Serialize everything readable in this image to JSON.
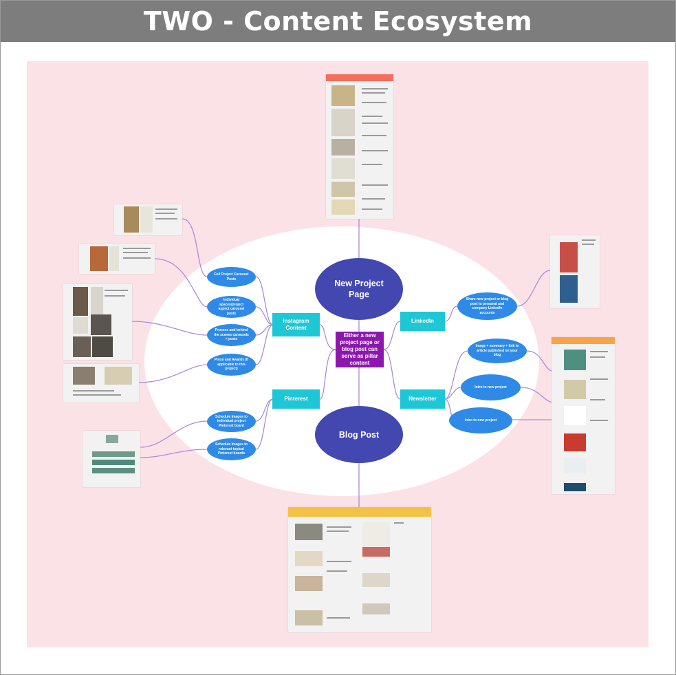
{
  "page_title": "TWO - Content Ecosystem",
  "colors": {
    "title_bar": "#7d7d7d",
    "board": "#fbe2e7",
    "oval_node": "#4347b0",
    "center_node": "#8d17ae",
    "channel_node": "#1ec7d6",
    "action_node": "#2e8ae6",
    "connector": "#a98bd8",
    "header_orange": "#f56d5b",
    "header_yellow": "#f3c245",
    "header_lightorange": "#f8a24a"
  },
  "nodes": {
    "new_project_page": "New Project Page",
    "blog_post": "Blog Post",
    "center": "Either a new project page or blog post can serve as pillar content",
    "instagram": "Instagram Content",
    "pinterest": "Pinterest",
    "linkedin": "LinkedIn",
    "newsletter": "Newsletter"
  },
  "actions": {
    "full_project_carousel": "Full Project Carousel Posts",
    "individual_spaces": "Individual spaces/project aspect carousel posts",
    "process_behind_scenes": "Process and behind the scenes carousels + posts",
    "press_awards": "Press and Awards (if applicable to this project)",
    "schedule_pinterest_project": "Schedule Images to individual project Pinterest board",
    "schedule_pinterest_topical": "Schedule Images to relevant topical Pinterest boards",
    "linkedin_share": "Share new project or blog post to personal and company LinkedIn accounts",
    "newsletter_summary": "Image + summary + link to article published on your blog",
    "newsletter_intro_1": "Intro to new project",
    "newsletter_intro_2": "Intro to new project"
  },
  "icons": [
    "image-placeholder-icon"
  ]
}
